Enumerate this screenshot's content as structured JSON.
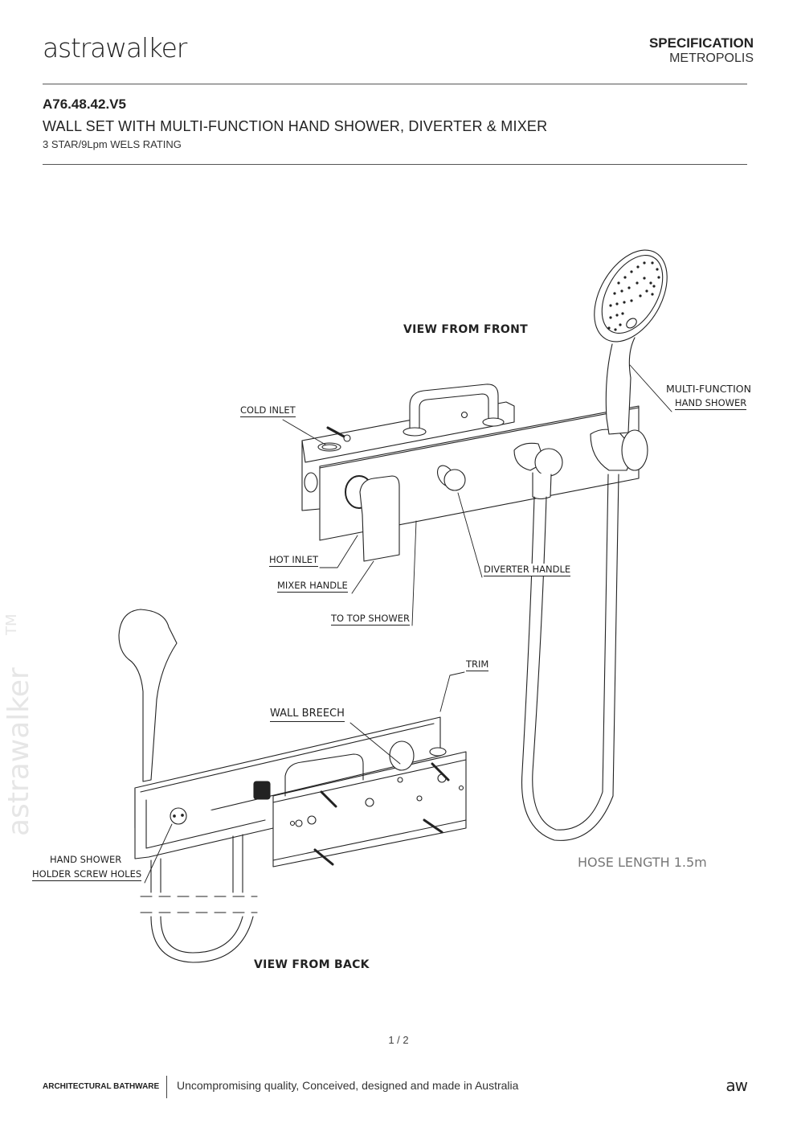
{
  "header": {
    "brand": "astrawalker",
    "doc_type": "SPECIFICATION",
    "collection": "METROPOLIS"
  },
  "product": {
    "code": "A76.48.42.V5",
    "description": "WALL SET WITH MULTI-FUNCTION HAND SHOWER, DIVERTER & MIXER",
    "rating": "3 STAR/9Lpm WELS RATING"
  },
  "diagram": {
    "watermark": "astrawalker",
    "watermark_tm": "TM",
    "view_front": "VIEW FROM FRONT",
    "view_back": "VIEW FROM BACK",
    "labels": {
      "cold_inlet": "COLD INLET",
      "hot_inlet": "HOT INLET",
      "mixer_handle": "MIXER HANDLE",
      "to_top_shower": "TO TOP SHOWER",
      "diverter_handle": "DIVERTER HANDLE",
      "multi_function_line1": "MULTI-FUNCTION",
      "multi_function_line2": "HAND SHOWER",
      "trim": "TRIM",
      "wall_breech": "WALL BREECH",
      "holder_line1": "HAND SHOWER",
      "holder_line2": "HOLDER SCREW HOLES"
    },
    "hose_length": "HOSE LENGTH 1.5m"
  },
  "page": {
    "number": "1 / 2"
  },
  "footer": {
    "left": "ARCHITECTURAL BATHWARE",
    "tagline": "Uncompromising quality, Conceived, designed and made in Australia",
    "mark": "aw"
  }
}
